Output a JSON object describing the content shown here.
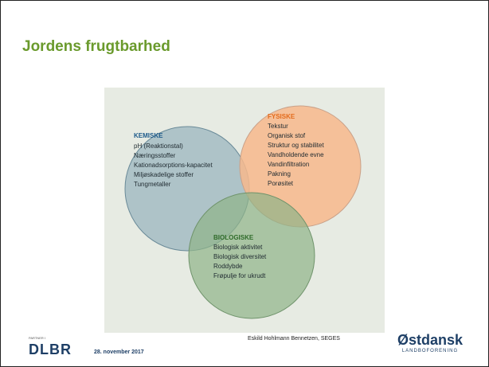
{
  "slide": {
    "title": "Jordens frugtbarhed"
  },
  "diagram": {
    "background_color": "#e7ebe3",
    "circles": [
      {
        "heading": "KEMISKE",
        "heading_color": "#1d5a8a",
        "fill_color": "#7fa2b2",
        "items": [
          "pH (Reaktionstal)",
          "Næringsstoffer",
          "Kationadsorptions-kapacitet",
          "Miljøskadelige stoffer",
          "Tungmetaller"
        ]
      },
      {
        "heading": "FYSISKE",
        "heading_color": "#e36b1c",
        "fill_color": "#f7b98c",
        "items": [
          "Tekstur",
          "Organisk stof",
          "Struktur og stabilitet",
          "Vandholdende evne",
          "Vandinfiltration",
          "Pakning",
          "Porøsitet"
        ]
      },
      {
        "heading": "BIOLOGISKE",
        "heading_color": "#2f6b2a",
        "fill_color": "#8fb488",
        "items": [
          "Biologisk aktivitet",
          "Biologisk diversitet",
          "Roddybde",
          "Frøpulje for ukrudt"
        ]
      }
    ]
  },
  "footer": {
    "logo_small": "PARTNER I",
    "logo": "DLBR",
    "date": "28. november 2017",
    "author": "Eskild Hohlmann Bennetzen, SEGES",
    "brand_name": "Østdansk",
    "brand_sub": "LANDBOFORENING",
    "brand_color": "#1e3f66"
  }
}
